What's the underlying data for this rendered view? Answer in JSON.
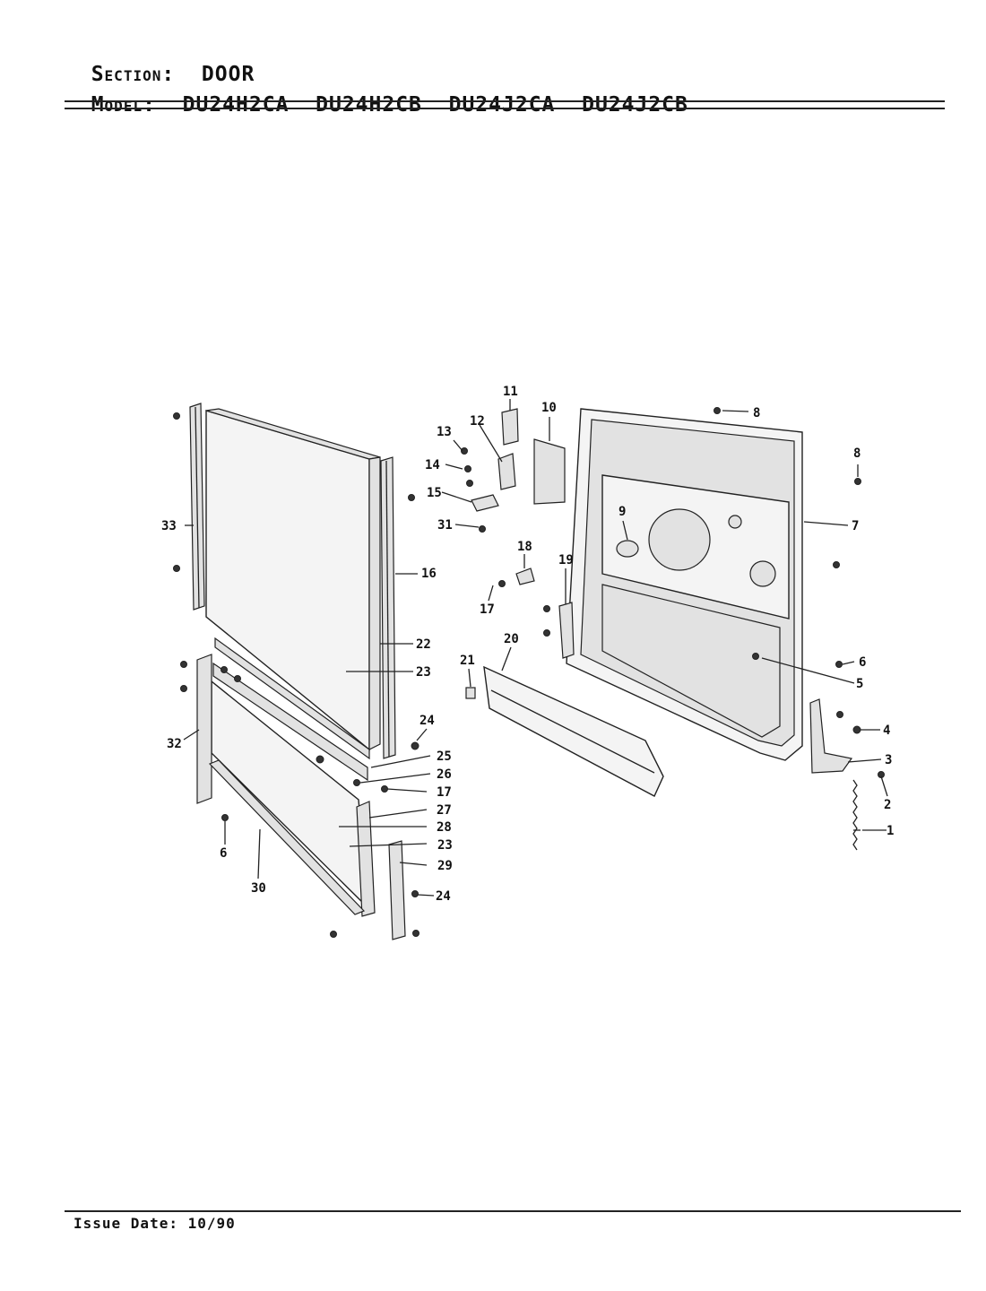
{
  "header": {
    "section_label": "Section:",
    "section_value": "DOOR",
    "model_label": "Model:",
    "models": [
      "DU24H2CA",
      "DU24H2CB",
      "DU24J2CA",
      "DU24J2CB"
    ]
  },
  "footer": {
    "issue_date": "Issue Date: 10/90"
  },
  "diagram": {
    "callouts": [
      "1",
      "2",
      "3",
      "4",
      "5",
      "6",
      "6",
      "7",
      "8",
      "8",
      "9",
      "10",
      "11",
      "12",
      "13",
      "14",
      "15",
      "16",
      "17",
      "17",
      "18",
      "19",
      "20",
      "21",
      "22",
      "23",
      "23",
      "24",
      "24",
      "25",
      "26",
      "27",
      "28",
      "29",
      "30",
      "31",
      "32",
      "33"
    ]
  }
}
